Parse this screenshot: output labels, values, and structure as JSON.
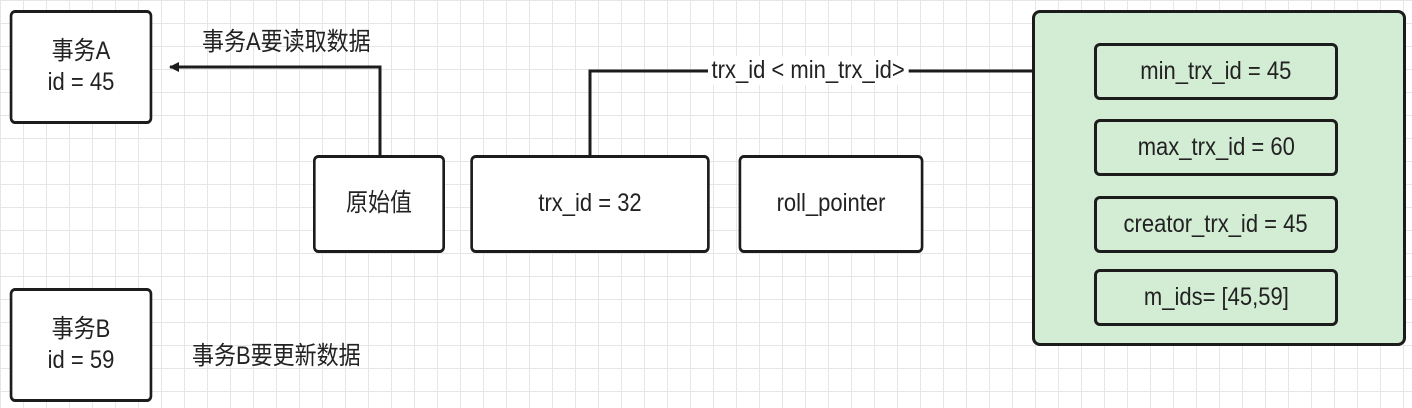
{
  "transaction_a": {
    "name": "事务A",
    "id_text": "id = 45"
  },
  "transaction_b": {
    "name": "事务B",
    "id_text": "id = 59"
  },
  "action_a": "事务A要读取数据",
  "action_b": "事务B要更新数据",
  "record": {
    "original_value": "原始值",
    "trx_id": "trx_id = 32",
    "roll_pointer": "roll_pointer"
  },
  "condition": "trx_id < min_trx_id>",
  "read_view": {
    "min_trx_id": "min_trx_id = 45",
    "max_trx_id": "max_trx_id = 60",
    "creator_trx_id": "creator_trx_id = 45",
    "m_ids": "m_ids= [45,59]"
  },
  "colors": {
    "read_view_fill": "#d3ecd4",
    "stroke": "#1c1c1c"
  }
}
